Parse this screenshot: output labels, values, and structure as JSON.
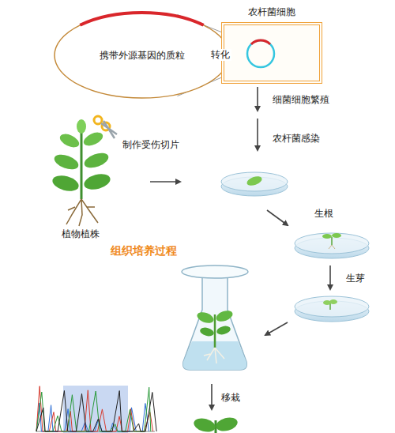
{
  "diagram": {
    "nodes": [
      {
        "text": [
          "携带外源基因的质粒"
        ]
      },
      {
        "text": [
          "农杆菌细胞"
        ]
      }
    ],
    "edges": [
      {
        "from": 0,
        "to": 1,
        "label": "转化",
        "arrow": "none"
      }
    ],
    "labels": [
      "细菌细胞繁殖",
      "农杆菌感染",
      "制作受伤切片",
      "植物植株",
      "组织培养过程",
      "生根",
      "生芽",
      "移栽"
    ]
  }
}
